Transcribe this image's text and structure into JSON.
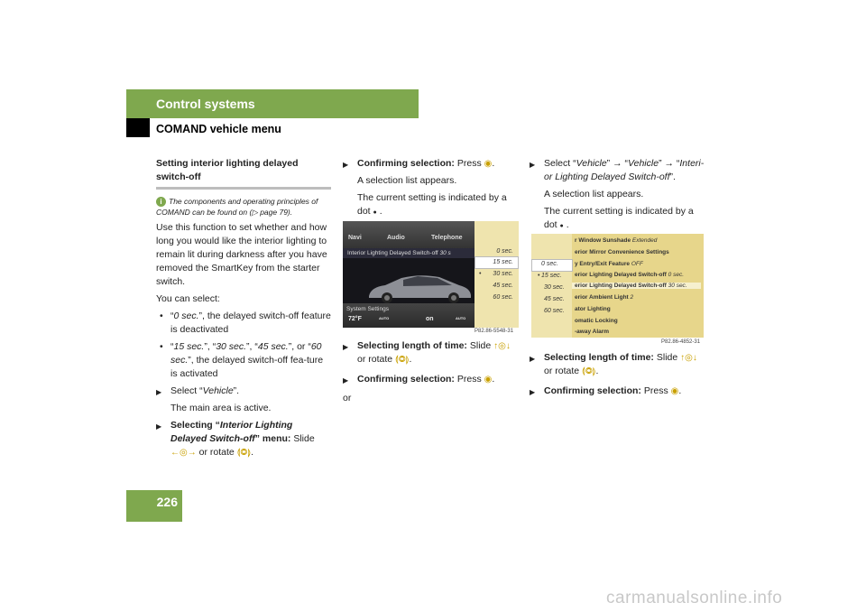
{
  "header": {
    "section": "Control systems",
    "subsection": "COMAND vehicle menu",
    "page_number": "226"
  },
  "col1": {
    "heading": "Setting interior lighting delayed switch-off",
    "info_icon": "i",
    "info": "The components and operating principles of COMAND can be found on (▷ page 79).",
    "p1": "Use this function to set whether and how long you would like the interior lighting to remain lit during darkness after you have removed the SmartKey from the starter switch.",
    "p2": "You can select:",
    "b1_open": "“",
    "b1_val": "0 sec.",
    "b1_rest": "”, the delayed switch-off feature is deactivated",
    "b2_q1": "“",
    "b2_v1": "15 sec.",
    "b2_s1": "”, “",
    "b2_v2": "30 sec.",
    "b2_s2": "”, “",
    "b2_v3": "45 sec.",
    "b2_s3": "”, or “",
    "b2_v4": "60 sec.",
    "b2_rest": "”, the delayed switch-off fea-ture is activated",
    "s1_a": "Select “",
    "s1_val": "Vehicle",
    "s1_b": "”.",
    "s1_note": "The main area is active.",
    "s2_label": "Selecting “",
    "s2_val": "Interior Lighting Delayed Switch-off",
    "s2_label2": "” menu:",
    "s2_text": "Slide",
    "s2_or": "or rotate",
    "s2_end": "."
  },
  "col2": {
    "c1_label": "Confirming selection:",
    "c1_text": "Press",
    "c1_end": ".",
    "c1_note": "A selection list appears.",
    "c1_note2": "The current setting is indicated by a dot",
    "dot": "●",
    "period": ".",
    "screen": {
      "tabs": [
        "Navi",
        "Audio",
        "Telephone"
      ],
      "submenu": "Interior Lighting Delayed Switch-off",
      "submenu_value": "30 s",
      "system": "System Settings",
      "status_temp": "72°F",
      "status_auto1": "AUTO",
      "status_on": "on",
      "status_auto2": "AUTO",
      "options": [
        "0 sec.",
        "15 sec.",
        "30 sec.",
        "45 sec.",
        "60 sec."
      ],
      "current_marker": "•",
      "caption": "P82.86-5548-31"
    },
    "sel_label": "Selecting length of time:",
    "sel_text": "Slide",
    "sel_or": "or rotate",
    "sel_end": ".",
    "c2_label": "Confirming selection:",
    "c2_text": "Press",
    "c2_end": ".",
    "or": "or"
  },
  "col3": {
    "s_a": "Select “",
    "s_v1": "Vehicle",
    "s_arrow1": "” → “",
    "s_v2": "Vehicle",
    "s_arrow2": "” → “",
    "s_v3": "Interi-or Lighting Delayed Switch-off",
    "s_end": "”.",
    "note1": "A selection list appears.",
    "note2": "The current setting is indicated by a dot",
    "dot": "●",
    "period": ".",
    "screen": {
      "items": [
        {
          "label": "r Window Sunshade",
          "value": "Extended"
        },
        {
          "label": "erior Mirror Convenience Settings",
          "value": ""
        },
        {
          "label": "y Entry/Exit Feature",
          "value": "OFF"
        },
        {
          "label": "erior Lighting Delayed Switch-off",
          "value": "0 sec."
        },
        {
          "label": "erior Lighting Delayed Switch-off",
          "value": "30 sec."
        },
        {
          "label": "erior Ambient Light",
          "value": "2"
        },
        {
          "label": "ator Lighting",
          "value": ""
        },
        {
          "label": "omatic Locking",
          "value": ""
        },
        {
          "label": "-away Alarm",
          "value": ""
        }
      ],
      "options": [
        "0 sec.",
        "15 sec.",
        "30 sec.",
        "45 sec.",
        "60 sec."
      ],
      "current_marker": "•",
      "caption": "P82.86-4852-31"
    },
    "sel_label": "Selecting length of time:",
    "sel_text": "Slide",
    "sel_or": "or rotate",
    "sel_end": ".",
    "c_label": "Confirming selection:",
    "c_text": "Press",
    "c_end": "."
  },
  "controls": {
    "slide_lr": "←◎→",
    "slide_ud": "↑◎↓",
    "rotate": "⟬◎⟭",
    "press": "◉"
  },
  "watermark": "carmanualsonline.info"
}
